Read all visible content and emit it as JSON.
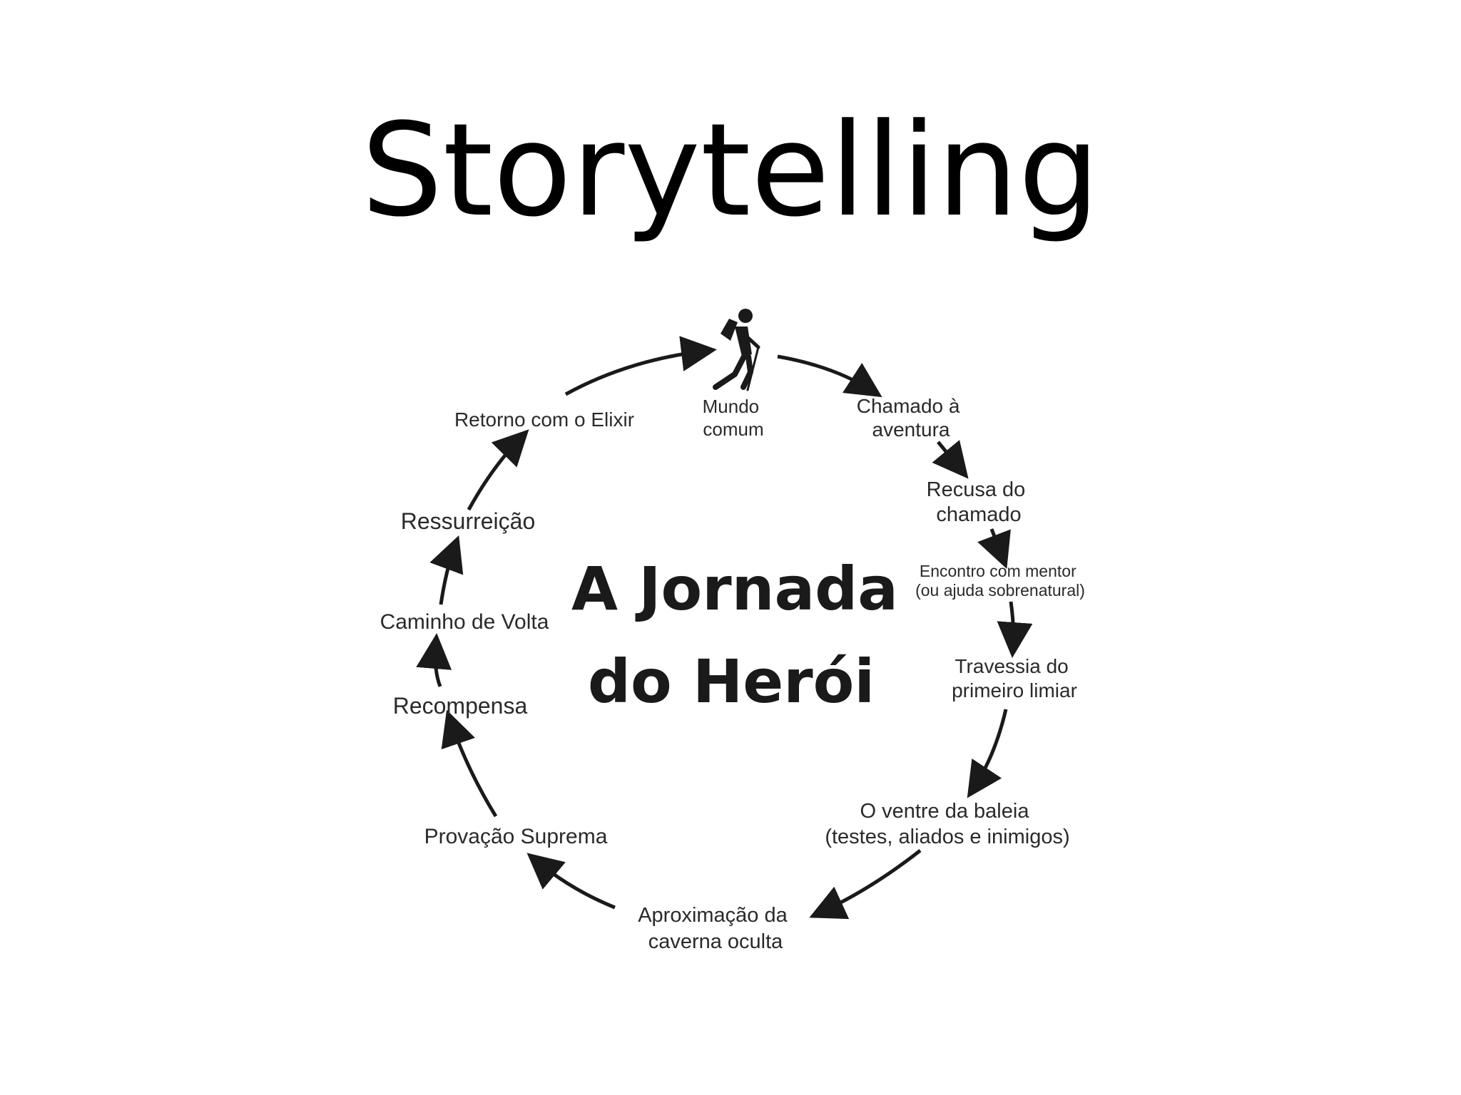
{
  "slide": {
    "title": "Storytelling"
  },
  "diagram": {
    "center_title": [
      "A Jornada",
      "do Herói"
    ],
    "icon": "hiker-icon",
    "colors": {
      "ink": "#1a1a1a",
      "background": "#ffffff"
    },
    "stages": [
      {
        "id": "mundo-comum",
        "lines": [
          "Mundo",
          "comum"
        ]
      },
      {
        "id": "chamado-aventura",
        "lines": [
          "Chamado à",
          "aventura"
        ]
      },
      {
        "id": "recusa-chamado",
        "lines": [
          "Recusa do",
          "chamado"
        ]
      },
      {
        "id": "encontro-mentor",
        "lines": [
          "Encontro com mentor",
          "(ou ajuda sobrenatural)"
        ]
      },
      {
        "id": "travessia-limiar",
        "lines": [
          "Travessia do",
          "primeiro limiar"
        ]
      },
      {
        "id": "ventre-baleia",
        "lines": [
          "O ventre da baleia",
          "(testes, aliados e inimigos)"
        ]
      },
      {
        "id": "aproximacao-caverna",
        "lines": [
          "Aproximação da",
          "caverna oculta"
        ]
      },
      {
        "id": "provacao-suprema",
        "lines": [
          "Provação Suprema"
        ]
      },
      {
        "id": "recompensa",
        "lines": [
          "Recompensa"
        ]
      },
      {
        "id": "caminho-volta",
        "lines": [
          "Caminho de Volta"
        ]
      },
      {
        "id": "ressurreicao",
        "lines": [
          "Ressurreição"
        ]
      },
      {
        "id": "retorno-elixir",
        "lines": [
          "Retorno com o Elixir"
        ]
      }
    ]
  }
}
